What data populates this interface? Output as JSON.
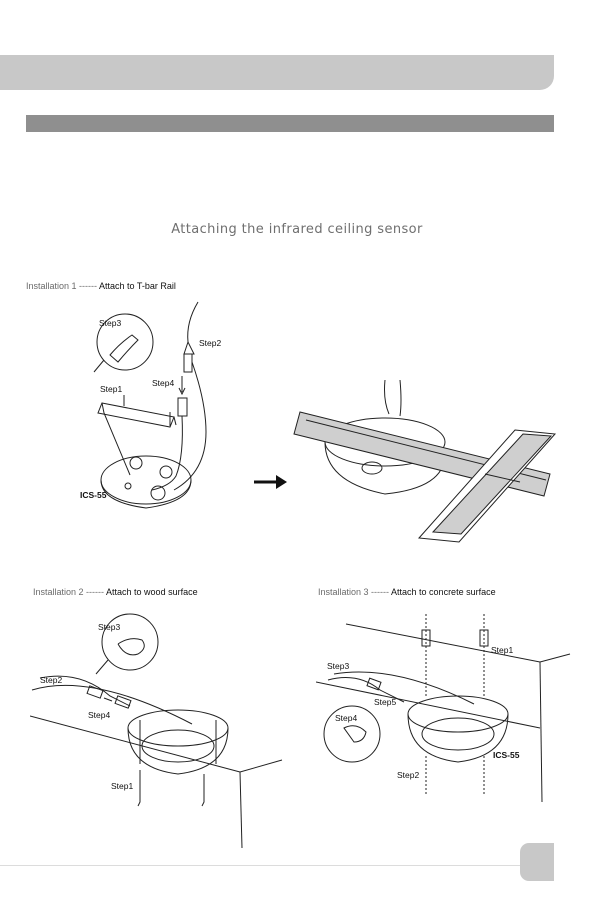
{
  "page": {
    "title": "Attaching the infrared ceiling sensor"
  },
  "installations": [
    {
      "prefix": "Installation 1 ------ ",
      "name": "Attach to T-bar Rail"
    },
    {
      "prefix": "Installation 2 ------ ",
      "name": "Attach to wood surface"
    },
    {
      "prefix": "Installation 3 ------ ",
      "name": "Attach to concrete surface"
    }
  ],
  "figure1": {
    "step1": "Step1",
    "step2": "Step2",
    "step3": "Step3",
    "step4": "Step4",
    "model": "ICS-55"
  },
  "figure2": {
    "step1": "Step1",
    "step2": "Step2",
    "step3": "Step3",
    "step4": "Step4"
  },
  "figure3": {
    "step1": "Step1",
    "step2": "Step2",
    "step3": "Step3",
    "step4": "Step4",
    "step5": "Step5",
    "model": "ICS-55"
  },
  "icons": {
    "arrow": "arrow-right-icon"
  }
}
